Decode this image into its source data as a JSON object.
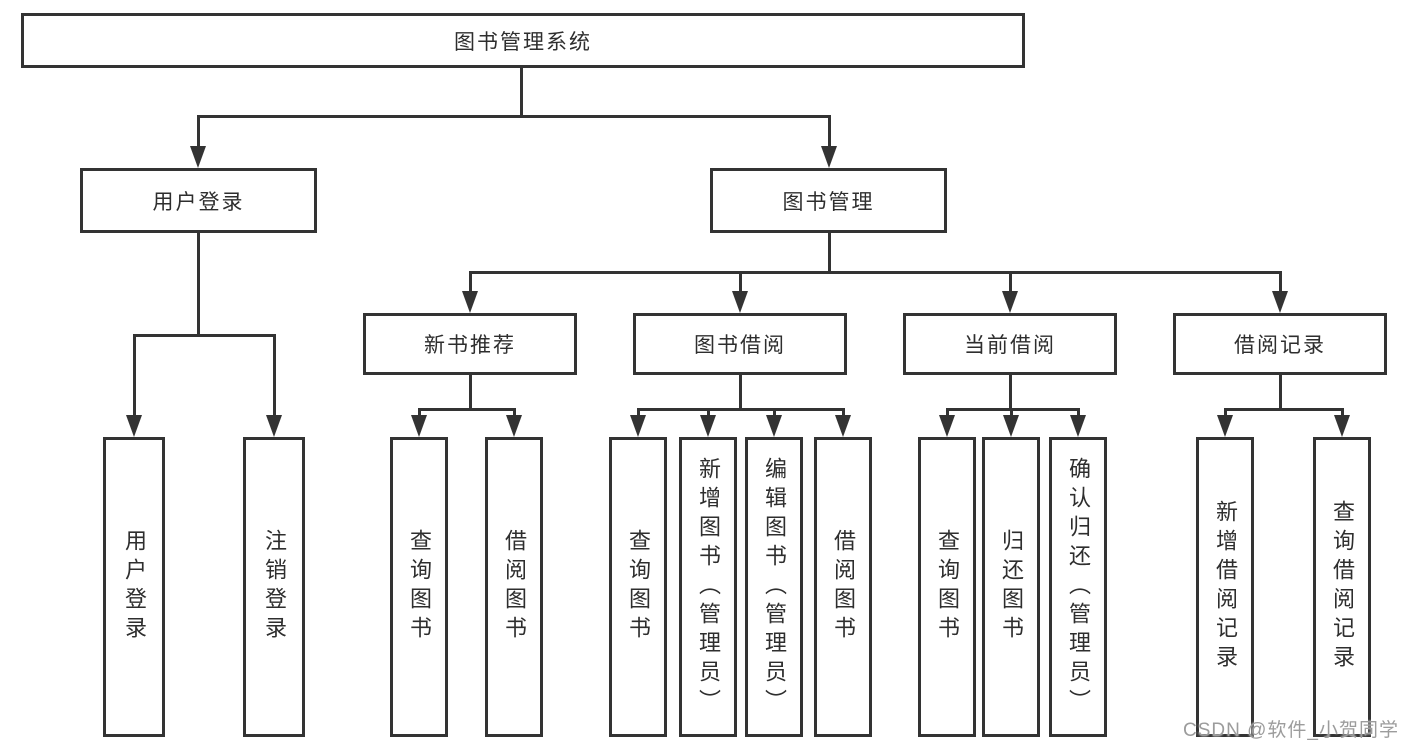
{
  "tree": {
    "label": "图书管理系统",
    "children": [
      {
        "label": "用户登录",
        "children": [
          {
            "label": "用户登录"
          },
          {
            "label": "注销登录"
          }
        ]
      },
      {
        "label": "图书管理",
        "children": [
          {
            "label": "新书推荐",
            "children": [
              {
                "label": "查询图书"
              },
              {
                "label": "借阅图书"
              }
            ]
          },
          {
            "label": "图书借阅",
            "children": [
              {
                "label": "查询图书"
              },
              {
                "label": "新增图书（管理员）"
              },
              {
                "label": "编辑图书（管理员）"
              },
              {
                "label": "借阅图书"
              }
            ]
          },
          {
            "label": "当前借阅",
            "children": [
              {
                "label": "查询图书"
              },
              {
                "label": "归还图书"
              },
              {
                "label": "确认归还（管理员）"
              }
            ]
          },
          {
            "label": "借阅记录",
            "children": [
              {
                "label": "新增借阅记录"
              },
              {
                "label": "查询借阅记录"
              }
            ]
          }
        ]
      }
    ]
  },
  "watermark": {
    "text": "CSDN @软件_小贺同学"
  },
  "colors": {
    "line": "#333333",
    "text": "#2e2e2e",
    "watermark": "#9c9c9c"
  }
}
